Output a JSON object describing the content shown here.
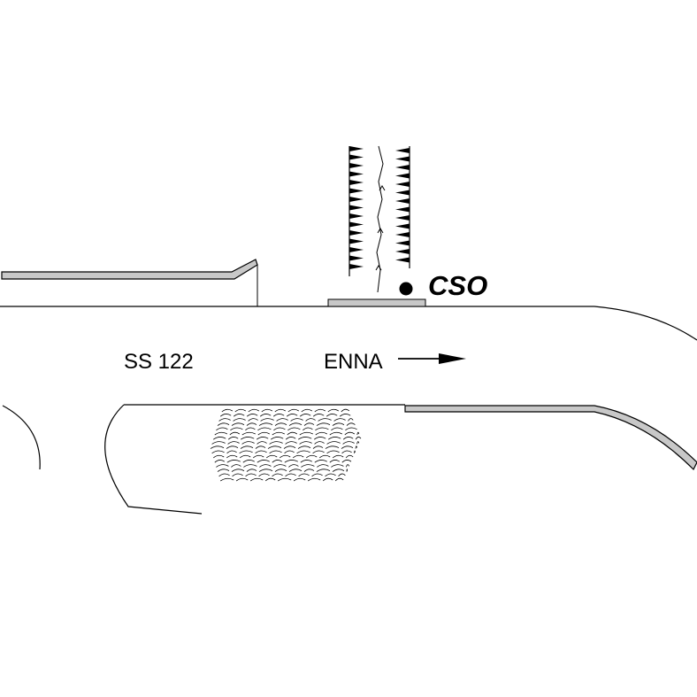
{
  "map": {
    "road_name": "SS 122",
    "direction_label": "ENNA",
    "station_label": "CSO"
  },
  "colors": {
    "line": "#000000",
    "fill_gray": "#c8c8c8",
    "background": "#ffffff"
  },
  "icons": {
    "direction_arrow": "right-arrow",
    "station_marker": "filled-circle"
  }
}
